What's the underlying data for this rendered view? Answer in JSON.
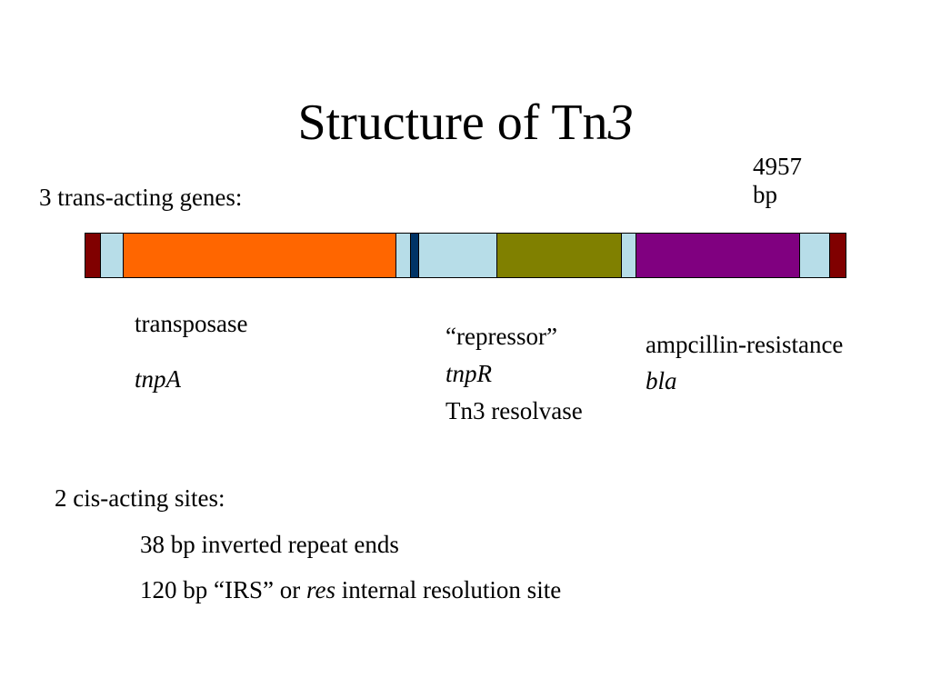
{
  "title": {
    "prefix": "Structure of Tn",
    "suffix": "3"
  },
  "length_label": {
    "line1": "4957",
    "line2": "bp"
  },
  "trans_acting_heading": "3 trans-acting genes:",
  "genes": {
    "transposase": {
      "name": "transposase",
      "symbol": "tnpA"
    },
    "repressor": {
      "name": "“repressor”",
      "symbol": "tnpR",
      "extra": "Tn3 resolvase"
    },
    "ampicillin": {
      "name": "ampcillin-resistance",
      "symbol": "bla"
    }
  },
  "cis_acting_heading": "2 cis-acting sites:",
  "cis_sites": {
    "inverted_repeats": "38 bp inverted repeat ends",
    "irs_prefix": "120 bp “IRS” or ",
    "irs_italic": "res",
    "irs_suffix": " internal resolution site"
  },
  "colors": {
    "inverted_repeat": "#800000",
    "spacer": "#B7DDE8",
    "tnpA": "#FF6600",
    "res_site": "#003366",
    "tnpR": "#808000",
    "bla": "#800080"
  },
  "segments": [
    {
      "key": "left-inverted-repeat",
      "color": "#800000",
      "fraction": 0.0203
    },
    {
      "key": "spacer",
      "color": "#B7DDE8",
      "fraction": 0.0299
    },
    {
      "key": "tnpA",
      "color": "#FF6600",
      "fraction": 0.3592
    },
    {
      "key": "spacer",
      "color": "#B7DDE8",
      "fraction": 0.0191
    },
    {
      "key": "res-site",
      "color": "#003366",
      "fraction": 0.0107
    },
    {
      "key": "spacer",
      "color": "#B7DDE8",
      "fraction": 0.1026
    },
    {
      "key": "tnpR",
      "color": "#808000",
      "fraction": 0.1635
    },
    {
      "key": "spacer",
      "color": "#B7DDE8",
      "fraction": 0.0203
    },
    {
      "key": "bla",
      "color": "#800080",
      "fraction": 0.2148
    },
    {
      "key": "spacer",
      "color": "#B7DDE8",
      "fraction": 0.0394
    },
    {
      "key": "right-inverted-repeat",
      "color": "#800000",
      "fraction": 0.0203
    }
  ]
}
